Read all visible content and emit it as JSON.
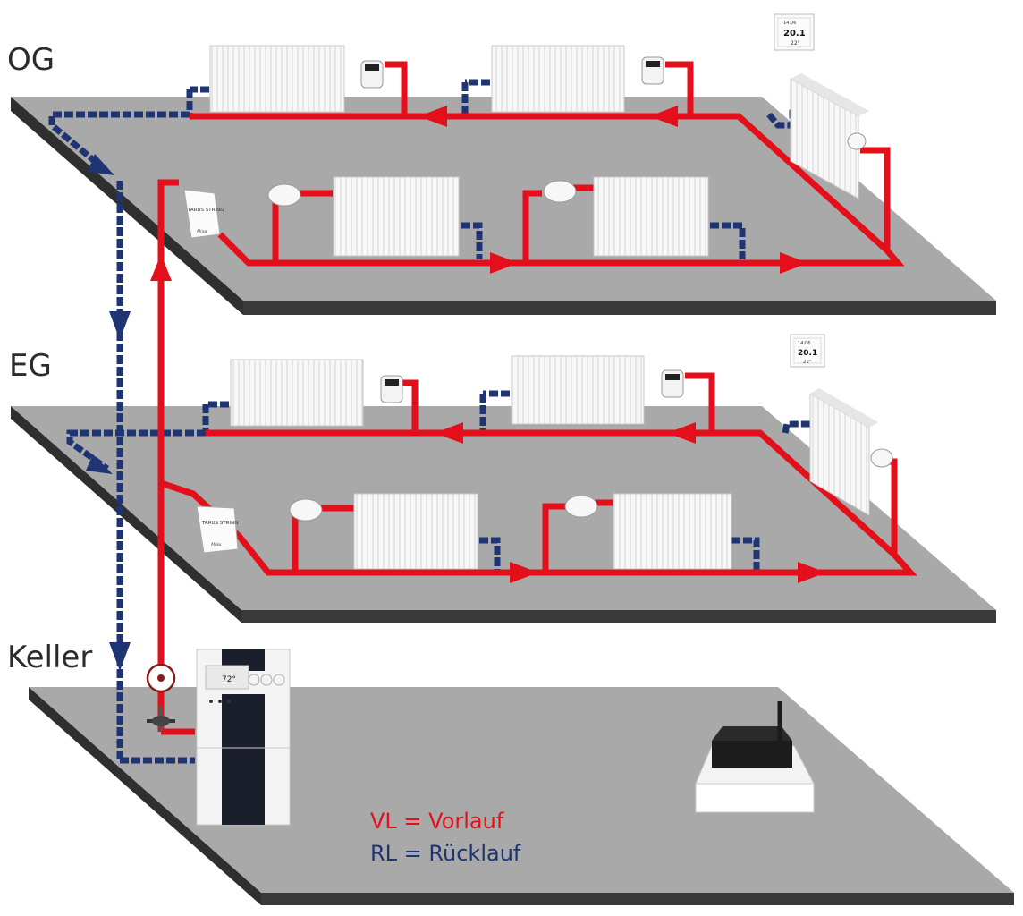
{
  "floors": {
    "og": "OG",
    "eg": "EG",
    "keller": "Keller"
  },
  "legend": {
    "vl": "VL = Vorlauf",
    "rl": "RL = Rücklauf"
  },
  "devices": {
    "string_controller": "TARUS STRING",
    "string_brand": "Afriso",
    "boiler_display": "72°",
    "thermostat_time": "14:06",
    "thermostat_temp": "20.1",
    "thermostat_set": "22°"
  },
  "colors": {
    "vorlauf": "#e3101b",
    "ruecklauf": "#1f3473",
    "floor": "#a9a9a9",
    "floor_edge": "#2f2f2f"
  }
}
